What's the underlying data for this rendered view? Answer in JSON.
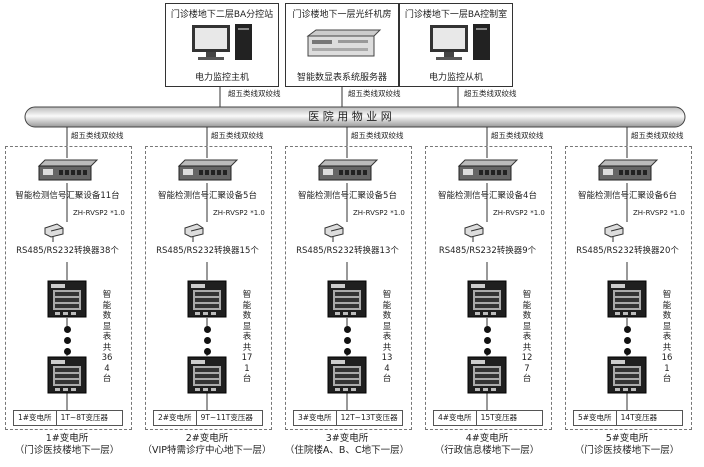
{
  "servers": [
    {
      "title": "门诊楼地下二层BA分控站",
      "caption": "电力监控主机",
      "icon": "desktop-computer-icon"
    },
    {
      "title": "门诊楼地下一层光纤机房",
      "caption": "智能数显表系统服务器",
      "icon": "rack-server-icon"
    },
    {
      "title": "门诊楼地下一层BA控制室",
      "caption": "电力监控从机",
      "icon": "desktop-computer-icon"
    }
  ],
  "cable_label": "超五类线双绞线",
  "network_label": "医 院 用 物 业 网",
  "converter_model": "ZH-RVSP2 *1.0",
  "substations": [
    {
      "collector": "智能检测信号汇聚设备11台",
      "converters": "RS485/RS232转换器38个",
      "meter_text": "智能数显表共364台",
      "station": "1#变电所",
      "transformers": "1T~8T变压器",
      "name": "1#变电所",
      "location": "（门诊医技楼地下一层）"
    },
    {
      "collector": "智能检测信号汇聚设备5台",
      "converters": "RS485/RS232转换器15个",
      "meter_text": "智能数显表共171台",
      "station": "2#变电所",
      "transformers": "9T~11T变压器",
      "name": "2#变电所",
      "location": "（VIP特需诊疗中心地下一层）"
    },
    {
      "collector": "智能检测信号汇聚设备5台",
      "converters": "RS485/RS232转换器13个",
      "meter_text": "智能数显表共134台",
      "station": "3#变电所",
      "transformers": "12T~13T变压器",
      "name": "3#变电所",
      "location": "（住院楼A、B、C地下一层）"
    },
    {
      "collector": "智能检测信号汇聚设备4台",
      "converters": "RS485/RS232转换器9个",
      "meter_text": "智能数显表共127台",
      "station": "4#变电所",
      "transformers": "15T变压器",
      "name": "4#变电所",
      "location": "（行政信息楼地下一层）"
    },
    {
      "collector": "智能检测信号汇聚设备6台",
      "converters": "RS485/RS232转换器20个",
      "meter_text": "智能数显表共161台",
      "station": "5#变电所",
      "transformers": "14T变压器",
      "name": "5#变电所",
      "location": "（门诊医技楼地下一层）"
    }
  ]
}
